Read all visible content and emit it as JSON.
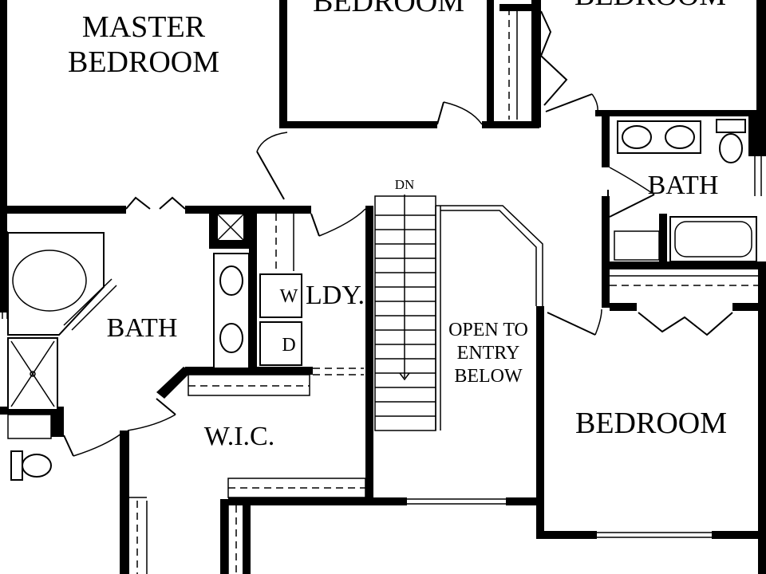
{
  "rooms": {
    "master_bedroom_line1": "MASTER",
    "master_bedroom_line2": "BEDROOM",
    "bedroom_top_center": "BEDROOM",
    "bedroom_top_right": "BEDROOM",
    "bath_right": "BATH",
    "bath_master": "BATH",
    "laundry": "LDY.",
    "washer": "W",
    "dryer": "D",
    "walk_in_closet": "W.I.C.",
    "bedroom_bottom_right": "BEDROOM"
  },
  "stairs": {
    "direction_label": "DN",
    "open_to_line1": "OPEN TO",
    "open_to_line2": "ENTRY",
    "open_to_line3": "BELOW"
  }
}
